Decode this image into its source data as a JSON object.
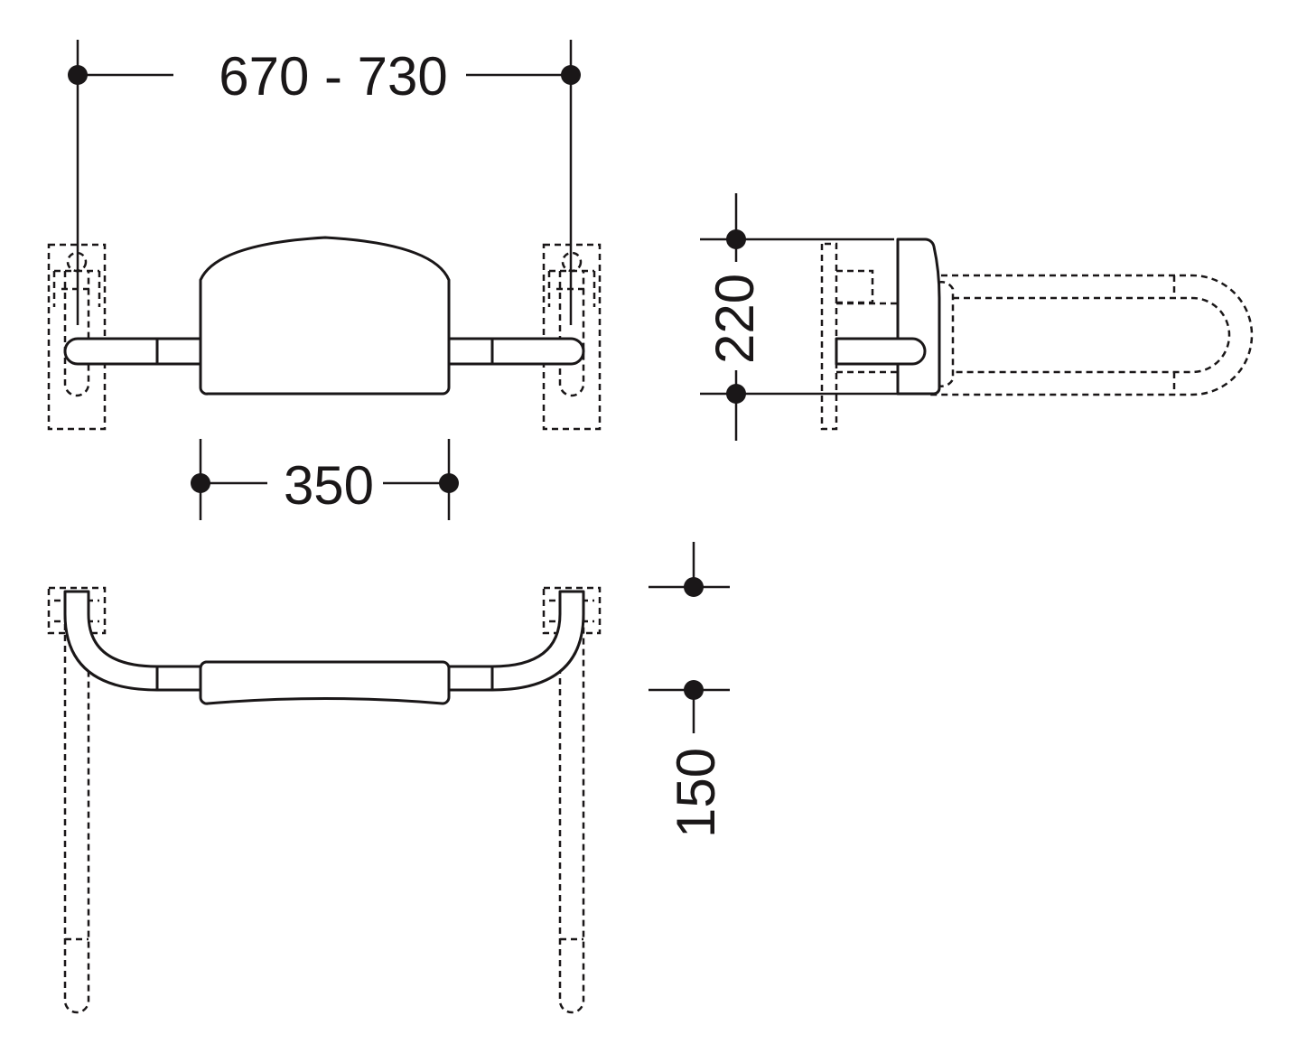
{
  "dimensions": {
    "overall_width": "670 - 730",
    "backrest_width": "350",
    "backrest_height": "220",
    "offset": "150"
  },
  "colors": {
    "line": "#1a1718",
    "background": "#ffffff"
  }
}
